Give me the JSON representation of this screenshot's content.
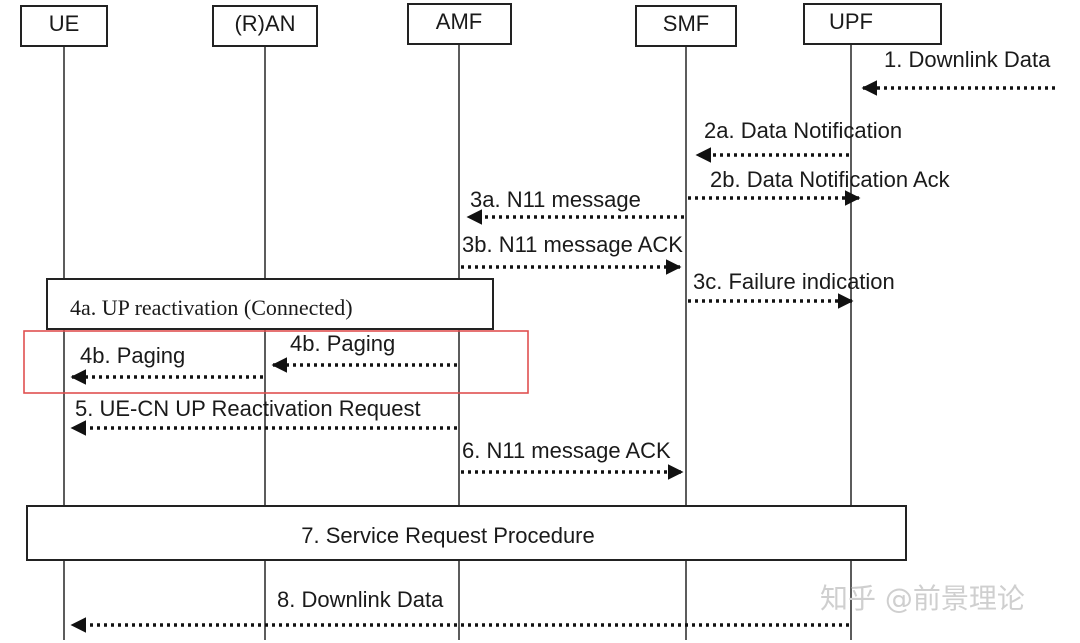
{
  "participants": {
    "ue": "UE",
    "ran": "(R)AN",
    "amf": "AMF",
    "smf": "SMF",
    "upf": "UPF"
  },
  "messages": {
    "m1": "1. Downlink Data",
    "m2a": "2a. Data Notification",
    "m2b": "2b. Data Notification Ack",
    "m3a": "3a.  N11 message",
    "m3b": "3b.  N11 message ACK",
    "m3c": "3c. Failure indication",
    "m4b_amf": "4b.  Paging",
    "m4b_ran": "4b. Paging",
    "m5": "5. UE-CN UP Reactivation Request",
    "m6": "6.  N11 message ACK",
    "m8": "8. Downlink Data"
  },
  "boxes": {
    "up_reactivation": "4a. UP reactivation (Connected)",
    "service_request": "7. Service Request Procedure"
  },
  "watermark": "知乎 @前景理论",
  "colors": {
    "paging_box": "#e05050",
    "line": "#111111"
  }
}
